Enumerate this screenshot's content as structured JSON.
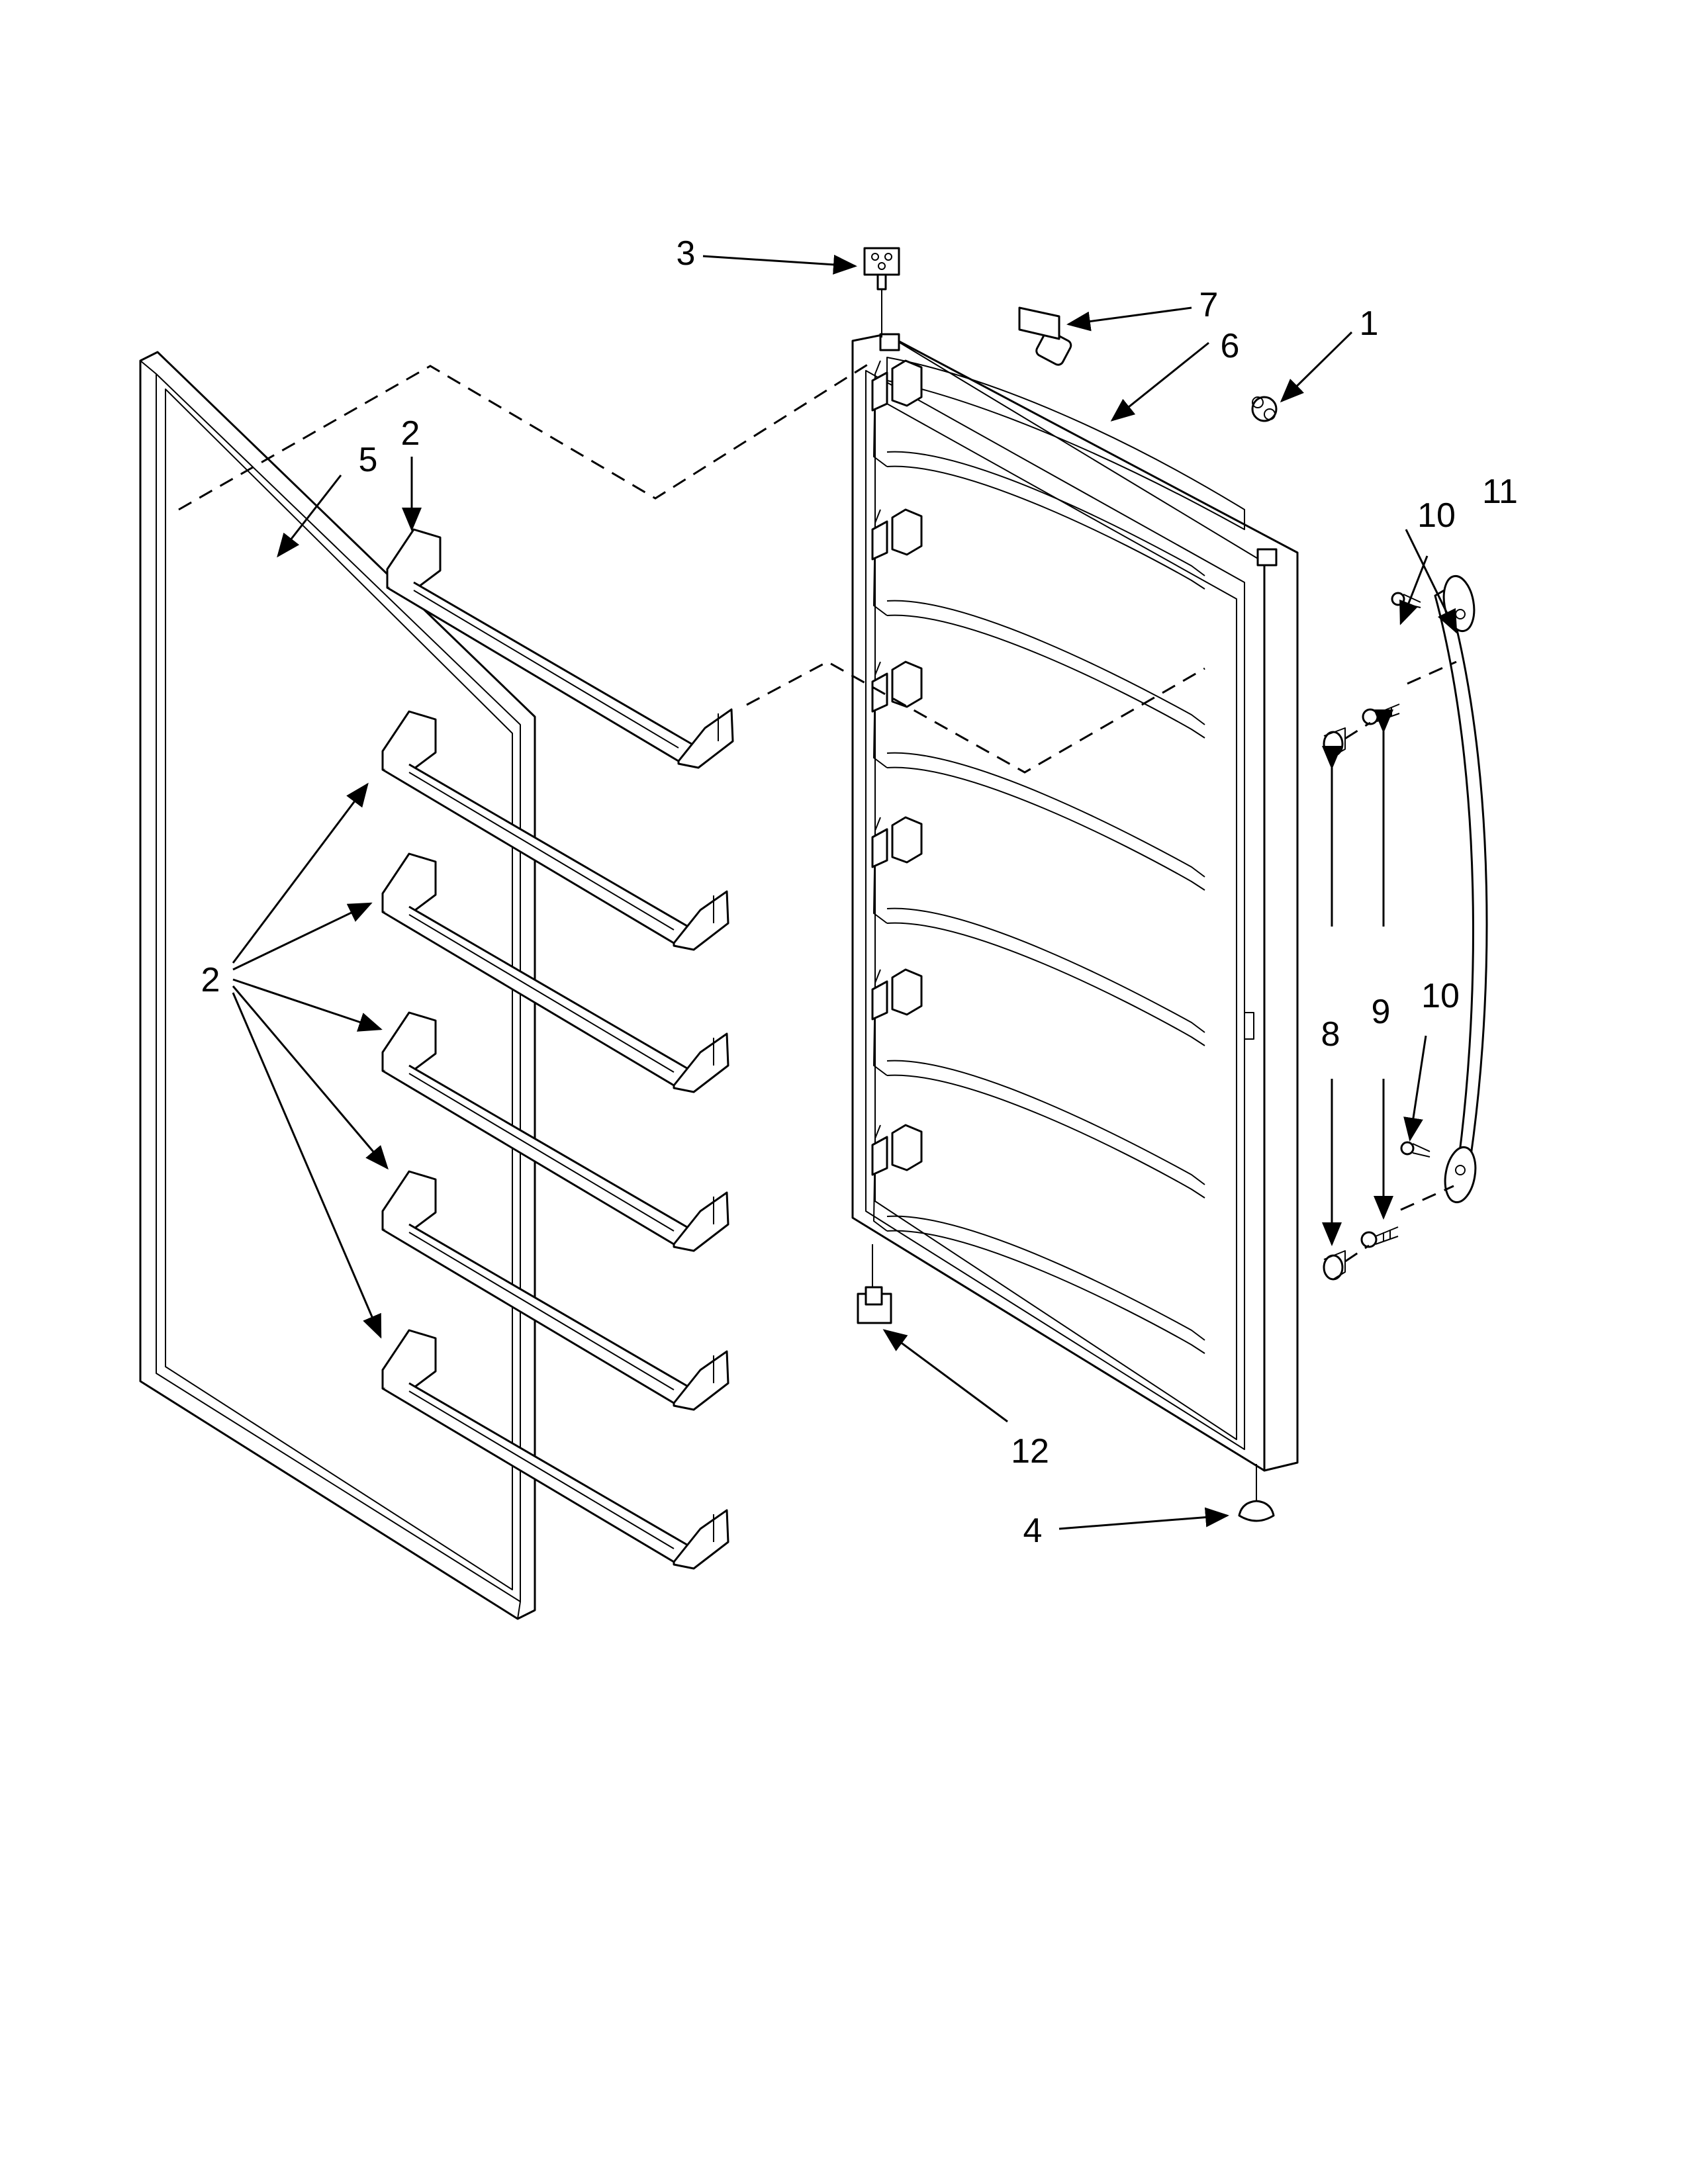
{
  "callouts": [
    {
      "id": "c1",
      "label": "1"
    },
    {
      "id": "c2a",
      "label": "2"
    },
    {
      "id": "c2b",
      "label": "2"
    },
    {
      "id": "c3",
      "label": "3"
    },
    {
      "id": "c4",
      "label": "4"
    },
    {
      "id": "c5",
      "label": "5"
    },
    {
      "id": "c6",
      "label": "6"
    },
    {
      "id": "c7",
      "label": "7"
    },
    {
      "id": "c8",
      "label": "8"
    },
    {
      "id": "c9",
      "label": "9"
    },
    {
      "id": "c10a",
      "label": "10"
    },
    {
      "id": "c10b",
      "label": "10"
    },
    {
      "id": "c11",
      "label": "11"
    },
    {
      "id": "c12",
      "label": "12"
    }
  ],
  "colors": {
    "line": "#000000",
    "background": "#ffffff"
  }
}
